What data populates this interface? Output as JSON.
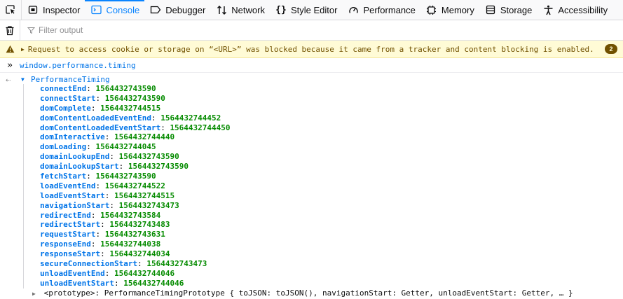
{
  "toolbar": {
    "tabs": [
      {
        "label": "Inspector",
        "icon": "inspector-icon"
      },
      {
        "label": "Console",
        "icon": "console-icon",
        "active": true
      },
      {
        "label": "Debugger",
        "icon": "debugger-icon"
      },
      {
        "label": "Network",
        "icon": "network-icon"
      },
      {
        "label": "Style Editor",
        "icon": "style-editor-icon"
      },
      {
        "label": "Performance",
        "icon": "performance-icon"
      },
      {
        "label": "Memory",
        "icon": "memory-icon"
      },
      {
        "label": "Storage",
        "icon": "storage-icon"
      },
      {
        "label": "Accessibility",
        "icon": "accessibility-icon"
      }
    ]
  },
  "filter": {
    "placeholder": "Filter output"
  },
  "warning": {
    "message": "Request to access cookie or storage on “<URL>” was blocked because it came from a tracker and content blocking is enabled.",
    "count": "2"
  },
  "input": {
    "code": "window.performance.timing"
  },
  "result": {
    "class_name": "PerformanceTiming",
    "properties": [
      {
        "key": "connectEnd",
        "value": "1564432743590"
      },
      {
        "key": "connectStart",
        "value": "1564432743590"
      },
      {
        "key": "domComplete",
        "value": "1564432744515"
      },
      {
        "key": "domContentLoadedEventEnd",
        "value": "1564432744452"
      },
      {
        "key": "domContentLoadedEventStart",
        "value": "1564432744450"
      },
      {
        "key": "domInteractive",
        "value": "1564432744440"
      },
      {
        "key": "domLoading",
        "value": "1564432744045"
      },
      {
        "key": "domainLookupEnd",
        "value": "1564432743590"
      },
      {
        "key": "domainLookupStart",
        "value": "1564432743590"
      },
      {
        "key": "fetchStart",
        "value": "1564432743590"
      },
      {
        "key": "loadEventEnd",
        "value": "1564432744522"
      },
      {
        "key": "loadEventStart",
        "value": "1564432744515"
      },
      {
        "key": "navigationStart",
        "value": "1564432743473"
      },
      {
        "key": "redirectEnd",
        "value": "1564432743584"
      },
      {
        "key": "redirectStart",
        "value": "1564432743483"
      },
      {
        "key": "requestStart",
        "value": "1564432743631"
      },
      {
        "key": "responseEnd",
        "value": "1564432744038"
      },
      {
        "key": "responseStart",
        "value": "1564432744034"
      },
      {
        "key": "secureConnectionStart",
        "value": "1564432743473"
      },
      {
        "key": "unloadEventEnd",
        "value": "1564432744046"
      },
      {
        "key": "unloadEventStart",
        "value": "1564432744046"
      }
    ],
    "prototype": "<prototype>: PerformanceTimingPrototype { toJSON: toJSON(), navigationStart: Getter, unloadEventStart: Getter, … }"
  }
}
